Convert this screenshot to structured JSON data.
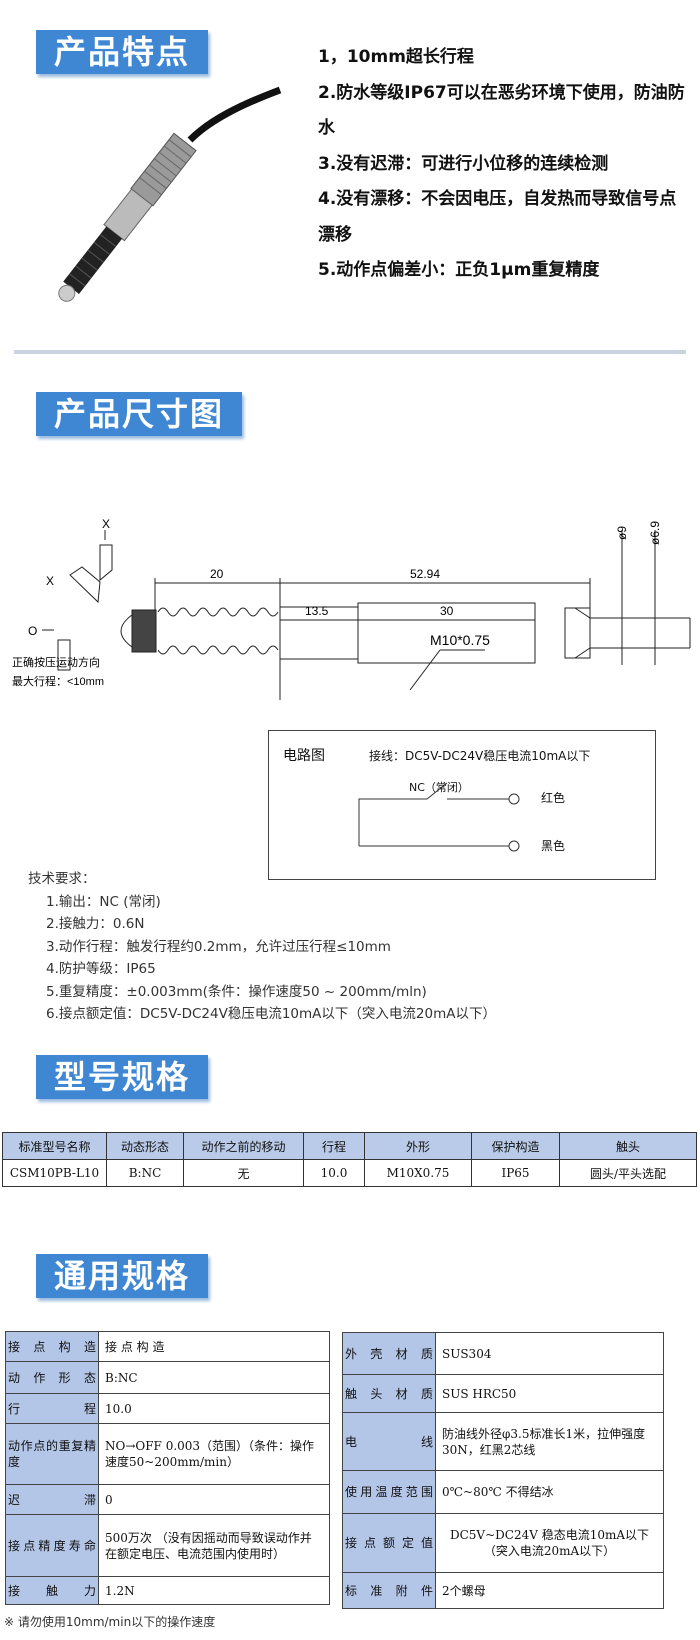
{
  "sections": {
    "features": "产品特点",
    "dimensions": "产品尺寸图",
    "model": "型号规格",
    "general": "通用规格"
  },
  "features": [
    "1，10mm超长行程",
    "2.防水等级IP67可以在恶劣环境下使用，防油防水",
    "3.没有迟滞：可进行小位移的连续检测",
    "4.没有漂移：不会因电压，自发热而导致信号点漂移",
    "5.动作点偏差小：正负1μm重复精度"
  ],
  "drawing": {
    "dim_20": "20",
    "dim_5294": "52.94",
    "dim_135": "13.5",
    "dim_30": "30",
    "thread": "M10*0.75",
    "dia9": "ø9",
    "dia69": "ø6.9",
    "x1": "X",
    "x2": "X",
    "o": "O",
    "direction": "正确按压运动方向",
    "max_stroke": "最大行程：<10mm"
  },
  "circuit": {
    "title": "电路图",
    "wiring": "接线：DC5V-DC24V稳压电流10mA以下",
    "nc": "NC（常闭）",
    "red": "红色",
    "black": "黑色"
  },
  "tech": {
    "title": "技术要求：",
    "items": [
      "1.输出：NC (常闭)",
      "2.接触力：0.6N",
      "3.动作行程：触发行程约0.2mm，允许过压行程≤10mm",
      "4.防护等级：IP65",
      "5.重复精度：±0.003mm(条件：操作速度50 ~ 200mm/mln)",
      "6.接点额定值：DC5V-DC24V稳压电流10mA以下（突入电流20mA以下）"
    ]
  },
  "model_table": {
    "headers": [
      "标准型号名称",
      "动态形态",
      "动作之前的移动",
      "行程",
      "外形",
      "保护构造",
      "触头"
    ],
    "row": [
      "CSM10PB-L10",
      "B:NC",
      "无",
      "10.0",
      "M10X0.75",
      "IP65",
      "圆头/平头选配"
    ]
  },
  "spec_left": [
    {
      "k": "接点构造",
      "v": "接 点 构 造"
    },
    {
      "k": "动作形态",
      "v": "B:NC"
    },
    {
      "k": "行程",
      "v": "10.0"
    },
    {
      "k": "动作点的重复精度",
      "v": "NO→OFF   0.003（范围）（条件：操作速度50~200mm/min）"
    },
    {
      "k": "迟滞",
      "v": "0"
    },
    {
      "k": "接点精度寿命",
      "v": "500万次 （没有因摇动而导致误动作并在额定电压、电流范围内使用时）"
    },
    {
      "k": "接触力",
      "v": "1.2N"
    }
  ],
  "spec_right": [
    {
      "k": "外壳材质",
      "v": "SUS304"
    },
    {
      "k": "触头材质",
      "v": "SUS HRC50"
    },
    {
      "k": "电线",
      "v": "防油线外径φ3.5标准长1米，拉伸强度30N，红黑2芯线"
    },
    {
      "k": "使用温度范围",
      "v": "0℃~80℃ 不得结冰"
    },
    {
      "k": "接点额定值",
      "v": "DC5V~DC24V 稳态电流10mA以下（突入电流20mA以下）"
    },
    {
      "k": "标准附件",
      "v": "2个螺母"
    }
  ],
  "footnote": "※ 请勿使用10mm/min以下的操作速度",
  "colors": {
    "header": "#3f86d3",
    "table_key": "#b4c6e7"
  }
}
